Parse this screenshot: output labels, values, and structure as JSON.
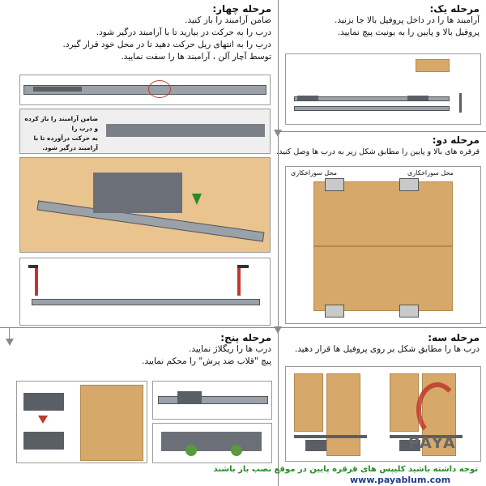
{
  "step1": {
    "title": "مرحله یک:",
    "lines": [
      "آرامبند ها را در داخل پروفیل بالا جا بزنید.",
      "پروفیل بالا و پایین را به یونیت پیچ نمایید."
    ]
  },
  "step2": {
    "title": "مرحله دو:",
    "lines": [
      "قرقره های بالا و پایین را مطابق شکل زیر به درب ها وصل کنید."
    ],
    "diagram_label_left": "محل سوراخکاری",
    "diagram_label_right": "محل سوراخکاری"
  },
  "step3": {
    "title": "مرحله سه:",
    "lines": [
      "درب ها را مطابق شکل بر روی پروفیل ها قرار دهید."
    ]
  },
  "step4": {
    "title": "مرحله چهار:",
    "lines": [
      "ضامن آرامبند را باز کنید.",
      "درب را به حرکت در بیارید تا با آرامبند درگیر شود.",
      "درب را به انتهای ریل حرکت دهید تا در محل خود قرار گیرد.",
      "توسط آچار آلن ، آرامبند ها را سفت نمایید."
    ],
    "callout": [
      "ضامن آرامبند را باز کرده و درب را",
      "به حرکت درآورده تا با آرامبند درگیر شود."
    ]
  },
  "step5": {
    "title": "مرحله پنج:",
    "lines": [
      "درب ها را ریگلاژ نمایید.",
      "پیچ \"قلاب ضد پرش\" را محکم نمایید."
    ]
  },
  "footer": {
    "notice": "توجه داشته باشید کلیپس های قرقره پایین در موقع نصب باز باشند",
    "website": "www.payablum.com",
    "logo_text": "PAYA"
  },
  "colors": {
    "wood": "#d6a96b",
    "rail": "#9aa1a8",
    "accent_red": "#c0392b",
    "notice_green": "#2a8a2a",
    "divider": "#8a8a8a"
  }
}
